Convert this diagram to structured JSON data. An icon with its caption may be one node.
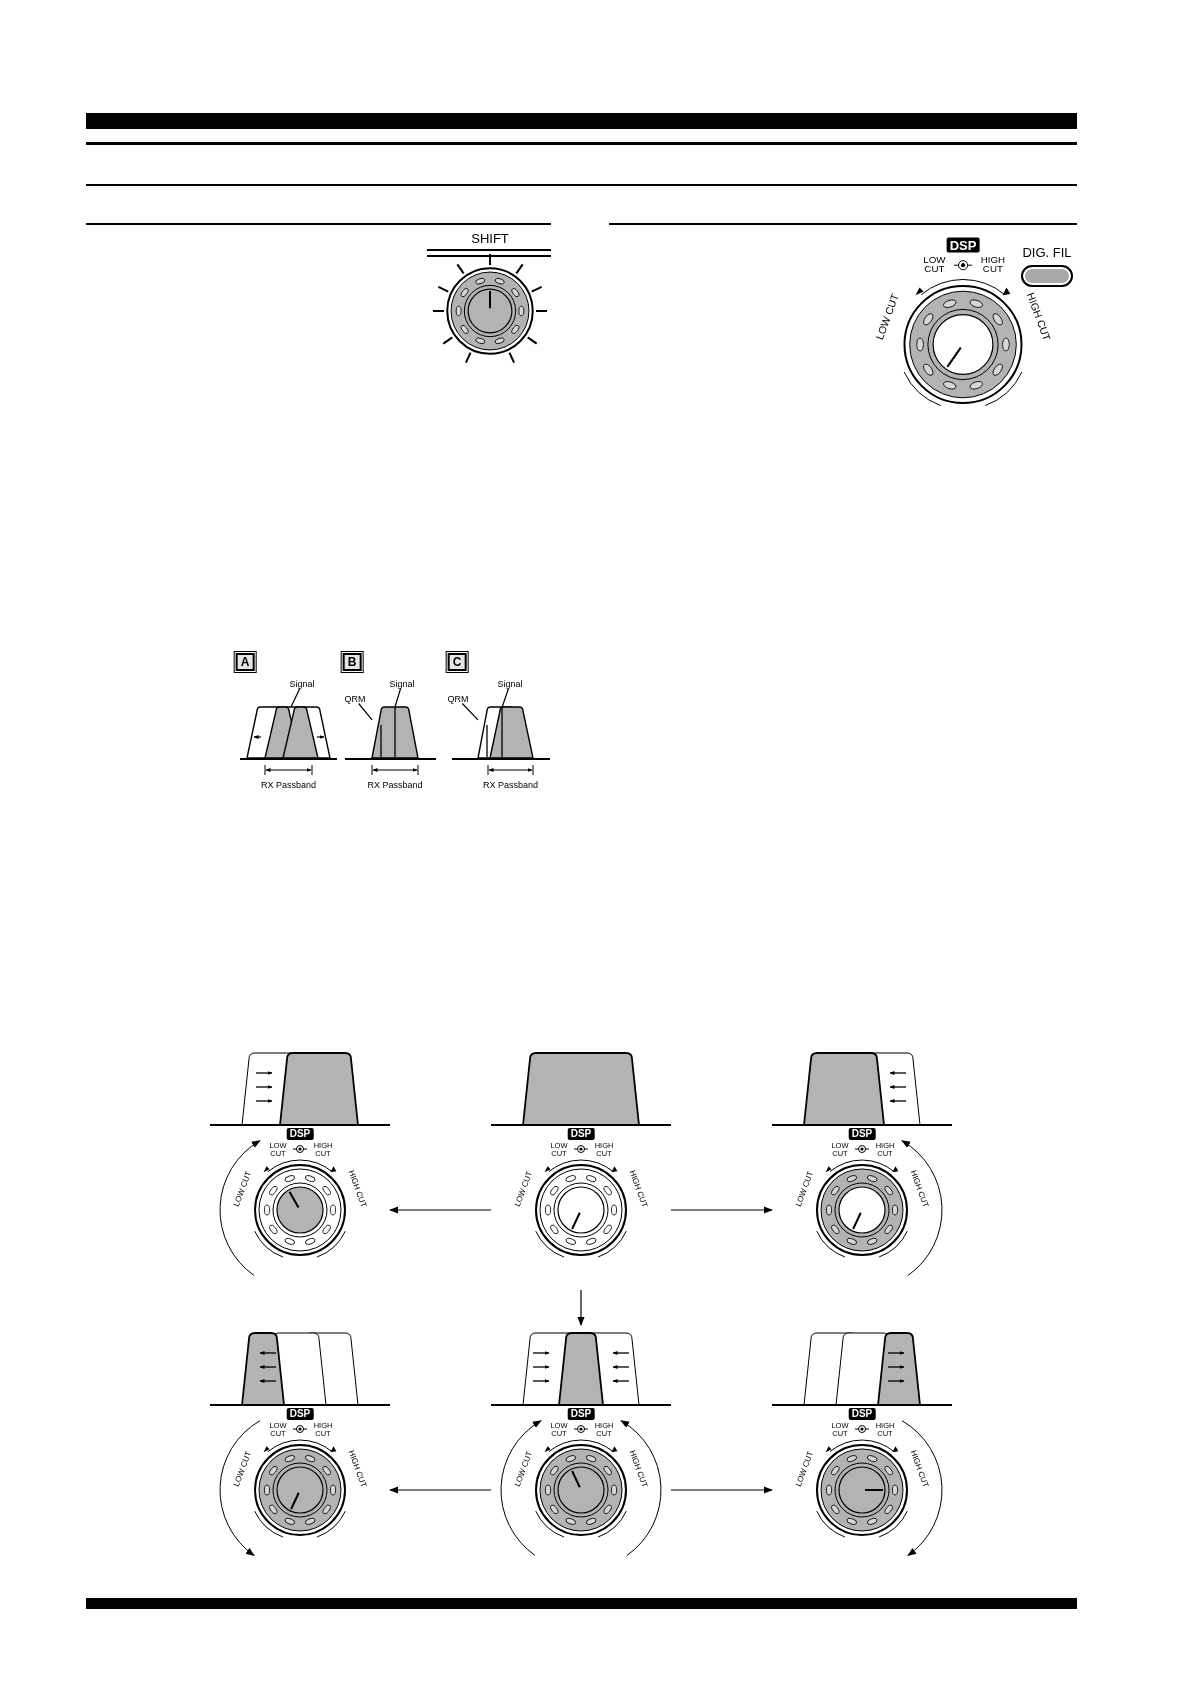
{
  "diagram": {
    "nodes": [
      {
        "text": [
          "Signal"
        ]
      },
      {
        "text": [
          "QRM"
        ]
      },
      {
        "text": [
          "Signal"
        ]
      },
      {
        "text": [
          "QRM"
        ]
      },
      {
        "text": [
          "Signal"
        ]
      },
      {
        "text": [
          "DSP",
          "LOW CUT",
          "HIGH CUT",
          "LOW CUT",
          "HIGH CUT"
        ]
      },
      {
        "text": [
          "DSP",
          "LOW CUT",
          "HIGH CUT",
          "LOW CUT",
          "HIGH CUT"
        ]
      },
      {
        "text": [
          "DSP",
          "LOW CUT",
          "HIGH CUT",
          "LOW CUT",
          "HIGH CUT"
        ]
      },
      {
        "text": [
          "DSP",
          "LOW CUT",
          "HIGH CUT",
          "LOW CUT",
          "HIGH CUT"
        ]
      },
      {
        "text": [
          "DSP",
          "LOW CUT",
          "HIGH CUT",
          "LOW CUT",
          "HIGH CUT"
        ]
      },
      {
        "text": [
          "DSP",
          "LOW CUT",
          "HIGH CUT",
          "LOW CUT",
          "HIGH CUT"
        ]
      },
      {
        "text": [],
        "shape": "picture",
        "beside": [
          "RX Passband"
        ]
      },
      {
        "text": [],
        "shape": "picture",
        "beside": [
          "RX Passband"
        ]
      },
      {
        "text": [],
        "shape": "picture",
        "beside": [
          "RX Passband"
        ]
      }
    ],
    "edges": [
      {
        "from": 0,
        "to": 11,
        "arrow": "none"
      },
      {
        "from": 1,
        "to": 12,
        "arrow": "none"
      },
      {
        "from": 2,
        "to": 12,
        "arrow": "none"
      },
      {
        "from": 3,
        "to": 13,
        "arrow": "none"
      },
      {
        "from": 4,
        "to": 13,
        "arrow": "none"
      },
      {
        "from": 6,
        "to": 5,
        "arrow": "to"
      },
      {
        "from": 6,
        "to": 7,
        "arrow": "to"
      },
      {
        "from": 6,
        "to": 9,
        "arrow": "to"
      },
      {
        "from": 9,
        "to": 8,
        "arrow": "to"
      },
      {
        "from": 9,
        "to": 10,
        "arrow": "to"
      }
    ],
    "labels": [
      "SHIFT",
      "DSP",
      "LOW CUT",
      "HIGH CUT",
      "DIG. FIL",
      "LOW CUT",
      "HIGH CUT",
      "A",
      "B",
      "C"
    ]
  }
}
